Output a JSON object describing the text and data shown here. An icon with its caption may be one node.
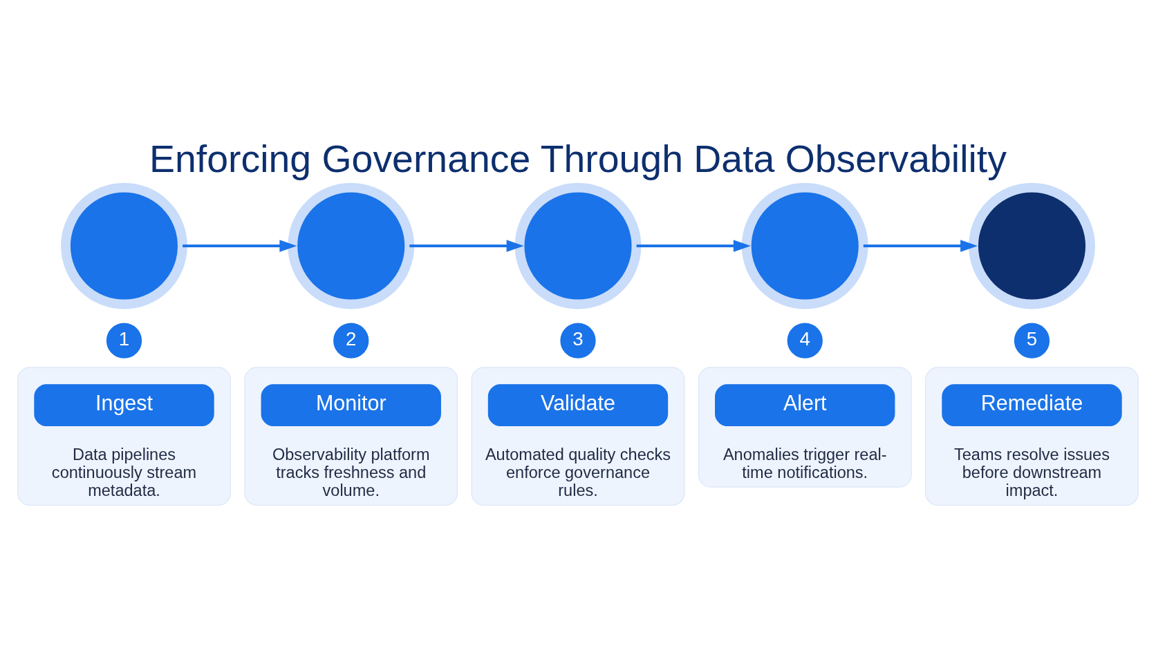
{
  "diagram": {
    "title": "Enforcing Governance Through Data Observability",
    "nodes": [
      {
        "text": [],
        "shape": "circle"
      },
      {
        "text": [
          "1"
        ]
      },
      {
        "text": [
          "Data pipelines continuously stream metadata."
        ]
      },
      {
        "text": [
          "Ingest"
        ],
        "in": 2
      },
      {
        "text": [],
        "shape": "circle"
      },
      {
        "text": [
          "2"
        ]
      },
      {
        "text": [
          "Observability platform tracks freshness and volume."
        ]
      },
      {
        "text": [
          "Monitor"
        ],
        "in": 6
      },
      {
        "text": [],
        "shape": "circle"
      },
      {
        "text": [
          "3"
        ]
      },
      {
        "text": [
          "Automated quality checks enforce governance rules."
        ]
      },
      {
        "text": [
          "Validate"
        ],
        "in": 10
      },
      {
        "text": [],
        "shape": "circle"
      },
      {
        "text": [
          "4"
        ]
      },
      {
        "text": [
          "Anomalies trigger real-time notifications."
        ]
      },
      {
        "text": [
          "Alert"
        ],
        "in": 14
      },
      {
        "text": [],
        "shape": "circle"
      },
      {
        "text": [
          "5"
        ]
      },
      {
        "text": [
          "Teams resolve issues before downstream impact."
        ]
      },
      {
        "text": [
          "Remediate"
        ],
        "in": 18
      }
    ],
    "edges": [
      {
        "from": 0,
        "to": 4,
        "arrow": "to"
      },
      {
        "from": 4,
        "to": 8,
        "arrow": "to"
      },
      {
        "from": 8,
        "to": 12,
        "arrow": "to"
      },
      {
        "from": 12,
        "to": 16,
        "arrow": "to"
      }
    ]
  }
}
